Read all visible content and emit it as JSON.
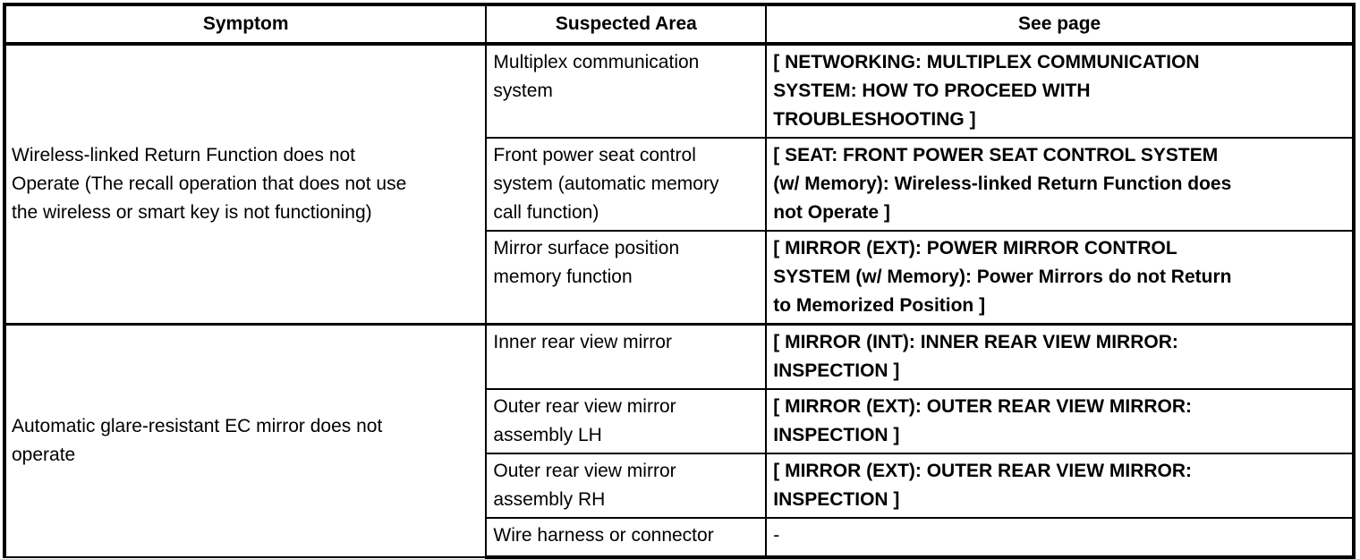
{
  "table": {
    "headers": {
      "symptom": "Symptom",
      "area": "Suspected Area",
      "page": "See page"
    },
    "groups": [
      {
        "symptom": "Wireless-linked Return Function does not\nOperate (The recall operation that does not use\nthe wireless or smart key is not functioning)",
        "rows": [
          {
            "area": "Multiplex communication\nsystem",
            "page": "[ NETWORKING: MULTIPLEX COMMUNICATION\nSYSTEM: HOW TO PROCEED WITH\nTROUBLESHOOTING ]"
          },
          {
            "area": "Front power seat control\nsystem (automatic memory\ncall function)",
            "page": "[ SEAT: FRONT POWER SEAT CONTROL SYSTEM\n(w/ Memory): Wireless-linked Return Function does\nnot Operate ]"
          },
          {
            "area": "Mirror surface position\nmemory function",
            "page": "[ MIRROR (EXT): POWER MIRROR CONTROL\nSYSTEM (w/ Memory): Power Mirrors do not Return\nto Memorized Position ]"
          }
        ]
      },
      {
        "symptom": "Automatic glare-resistant EC mirror does not\noperate",
        "rows": [
          {
            "area": "Inner rear view mirror",
            "page": "[ MIRROR (INT): INNER REAR VIEW MIRROR:\nINSPECTION ]"
          },
          {
            "area": "Outer rear view mirror\nassembly LH",
            "page": "[ MIRROR (EXT): OUTER REAR VIEW MIRROR:\nINSPECTION ]"
          },
          {
            "area": "Outer rear view mirror\nassembly RH",
            "page": "[ MIRROR (EXT): OUTER REAR VIEW MIRROR:\nINSPECTION ]"
          },
          {
            "area": "Wire harness or connector",
            "page": "-"
          }
        ]
      }
    ]
  }
}
